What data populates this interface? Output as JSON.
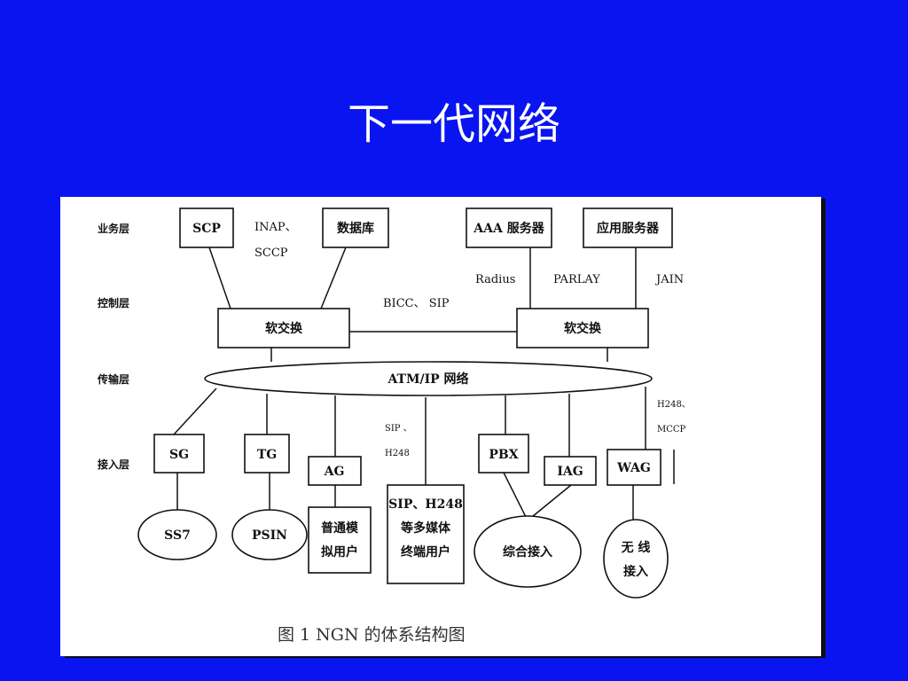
{
  "slide": {
    "title": "下一代网络"
  },
  "diagram": {
    "layers": {
      "service": "业务层",
      "control": "控制层",
      "transport": "传输层",
      "access": "接入层"
    },
    "nodes": {
      "scp": "SCP",
      "database": "数据库",
      "aaa": "AAA 服务器",
      "app_server": "应用服务器",
      "softswitch_left": "软交换",
      "softswitch_right": "软交换",
      "network": "ATM/IP 网络",
      "sg": "SG",
      "tg": "TG",
      "ag": "AG",
      "pbx": "PBX",
      "iag": "IAG",
      "wag": "WAG",
      "ss7": "SS7",
      "psin": "PSIN",
      "analog_user_l1": "普通模",
      "analog_user_l2": "拟用户",
      "mm_user_l1": "SIP、H248",
      "mm_user_l2": "等多媒体",
      "mm_user_l3": "终端用户",
      "integrated_access": "综合接入",
      "wireless_l1": "无 线",
      "wireless_l2": "接入"
    },
    "protocols": {
      "inap": "INAP、",
      "sccp": "SCCP",
      "radius": "Radius",
      "parlay": "PARLAY",
      "jain": "JAIN",
      "bicc_sip": "BICC、 SIP",
      "sip": "SIP 、",
      "h248": "H248",
      "h248_r": "H248、",
      "mccp": "MCCP"
    },
    "caption": "图 1    NGN 的体系结构图"
  }
}
